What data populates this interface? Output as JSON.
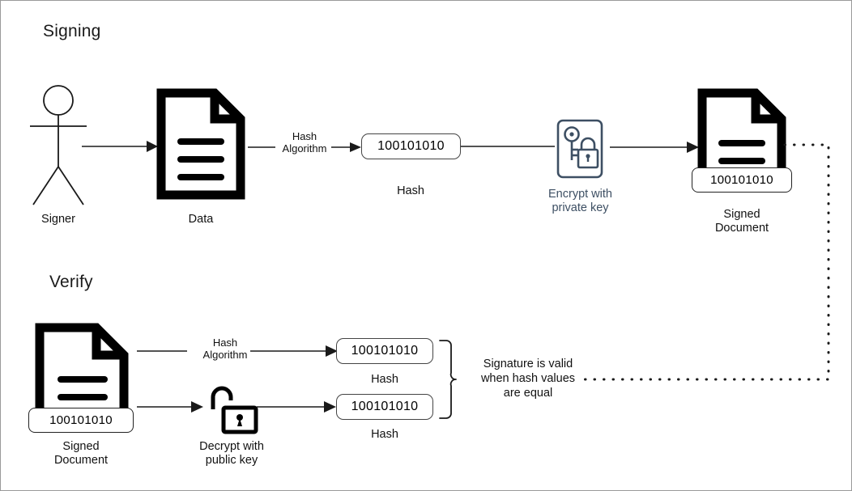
{
  "diagram": {
    "title_signing": "Signing",
    "title_verify": "Verify",
    "accent_color": "#3d4f63",
    "line_color": "#1a1a1a",
    "background": "#ffffff",
    "border_color": "#9a9a9a"
  },
  "signing": {
    "signer_label": "Signer",
    "data_label": "Data",
    "hash_algorithm_label": "Hash\nAlgorithm",
    "hash_value": "100101010",
    "hash_label": "Hash",
    "encrypt_label": "Encrypt with\nprivate key",
    "signed_doc_hash": "100101010",
    "signed_doc_label": "Signed\nDocument"
  },
  "verify": {
    "signed_doc_hash": "100101010",
    "signed_doc_label": "Signed\nDocument",
    "hash_algorithm_label": "Hash\nAlgorithm",
    "decrypt_label": "Decrypt with\npublic key",
    "hash_top_value": "100101010",
    "hash_top_label": "Hash",
    "hash_bottom_value": "100101010",
    "hash_bottom_label": "Hash",
    "conclusion": "Signature is valid\nwhen hash values\nare equal"
  },
  "icons": {
    "signer": "stick-figure-icon",
    "data": "document-icon",
    "encrypt": "key-lock-icon",
    "signed_document": "signed-document-icon",
    "decrypt": "open-padlock-icon"
  }
}
